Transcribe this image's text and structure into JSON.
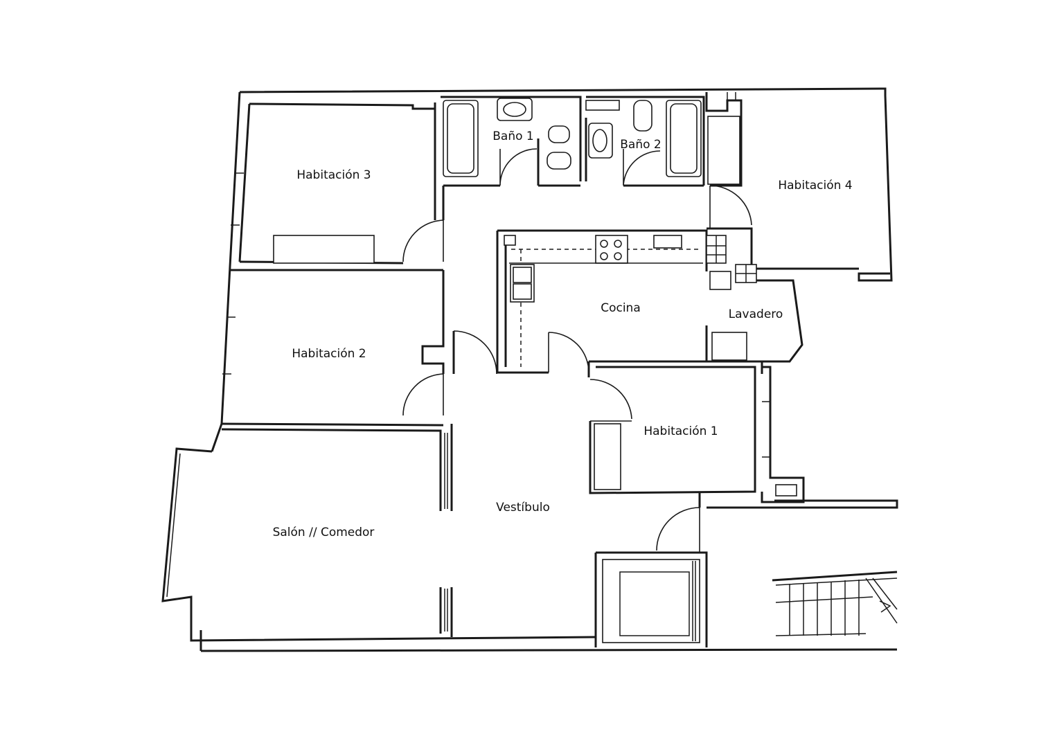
{
  "plan": {
    "rooms": {
      "habitacion3": "Habitación 3",
      "habitacion2": "Habitación 2",
      "habitacion1": "Habitación 1",
      "habitacion4": "Habitación 4",
      "bano1": "Baño 1",
      "bano2": "Baño 2",
      "cocina": "Cocina",
      "lavadero": "Lavadero",
      "vestibulo": "Vestíbulo",
      "salon": "Salón // Comedor"
    },
    "colors": {
      "line": "#1a1a1a",
      "background": "#ffffff"
    }
  }
}
